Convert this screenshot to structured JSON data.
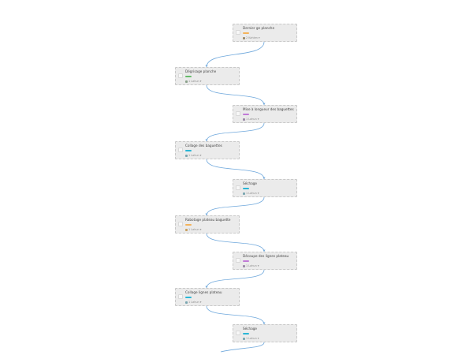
{
  "steps": [
    {
      "title": "Dernier ge planche",
      "meta": "2 Kahlen ▾",
      "tag_color": "#f4b35a",
      "icon_color": "#9a8a6a",
      "column": "right"
    },
    {
      "title": "Dégrisage planche",
      "meta": "1 Lahun ▾",
      "tag_color": "#66bb6a",
      "icon_color": "#8aa08a",
      "column": "left"
    },
    {
      "title": "Mise à longueur des baguettes",
      "meta": "1 Lahun ▾",
      "tag_color": "#c07ad6",
      "icon_color": "#9a8aa6",
      "column": "right"
    },
    {
      "title": "Collage des baguettes",
      "meta": "1 Lahun ▾",
      "tag_color": "#29b6d6",
      "icon_color": "#7aa6b0",
      "column": "left"
    },
    {
      "title": "Séchage",
      "meta": "1 Lahun ▾",
      "tag_color": "#29b6d6",
      "icon_color": "#7aa6b0",
      "column": "right"
    },
    {
      "title": "Rabotage plateau baguette",
      "meta": "1 Lahun ▾",
      "tag_color": "#f4b35a",
      "icon_color": "#c8a060",
      "column": "left"
    },
    {
      "title": "Découpe des lignes plateau",
      "meta": "1 Lahun ▾",
      "tag_color": "#c07ad6",
      "icon_color": "#9a8aa6",
      "column": "right"
    },
    {
      "title": "Collage lignes plateau",
      "meta": "1 Lahun ▾",
      "tag_color": "#29b6d6",
      "icon_color": "#7aa6b0",
      "column": "left"
    },
    {
      "title": "Séchage",
      "meta": "1 Lahun ▾",
      "tag_color": "#29b6d6",
      "icon_color": "#7aa6b0",
      "column": "right"
    }
  ],
  "colors": {
    "edge": "#6fa8dc",
    "node_bg": "#ebebeb",
    "node_border": "#c9c9c9"
  }
}
